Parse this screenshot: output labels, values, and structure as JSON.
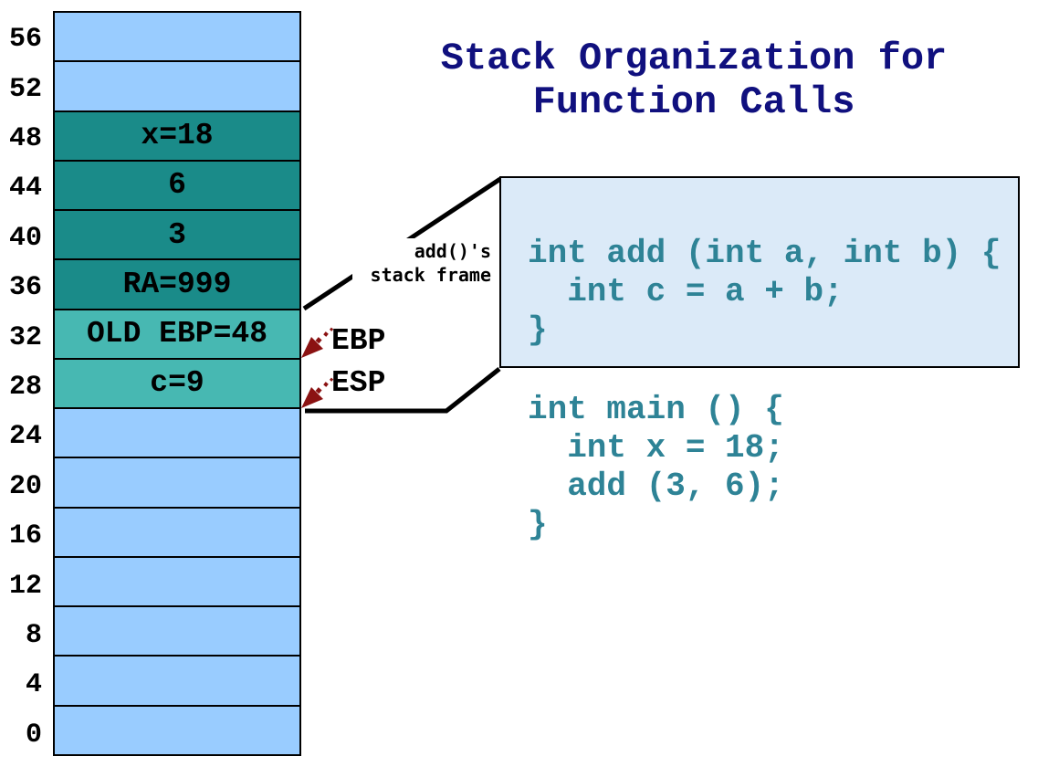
{
  "title": {
    "text": "Stack Organization for\nFunction Calls"
  },
  "stack": {
    "rows": [
      {
        "address": "56",
        "value": "",
        "type": "free"
      },
      {
        "address": "52",
        "value": "",
        "type": "free"
      },
      {
        "address": "48",
        "value": "x=18",
        "type": "caller"
      },
      {
        "address": "44",
        "value": "6",
        "type": "caller"
      },
      {
        "address": "40",
        "value": "3",
        "type": "caller"
      },
      {
        "address": "36",
        "value": "RA=999",
        "type": "caller"
      },
      {
        "address": "32",
        "value": "OLD EBP=48",
        "type": "frame"
      },
      {
        "address": "28",
        "value": "c=9",
        "type": "frame"
      },
      {
        "address": "24",
        "value": "",
        "type": "free"
      },
      {
        "address": "20",
        "value": "",
        "type": "free"
      },
      {
        "address": "16",
        "value": "",
        "type": "free"
      },
      {
        "address": "12",
        "value": "",
        "type": "free"
      },
      {
        "address": "8",
        "value": "",
        "type": "free"
      },
      {
        "address": "4",
        "value": "",
        "type": "free"
      },
      {
        "address": "0",
        "value": "",
        "type": "free"
      }
    ]
  },
  "pointers": {
    "ebp_label": "EBP",
    "esp_label": "ESP"
  },
  "frame_label": {
    "text": "add()'s\nstack frame"
  },
  "code": {
    "add_function": "int add (int a, int b) {\n  int c = a + b;\n}",
    "main_function": "int main () {\n  int x = 18;\n  add (3, 6);\n}"
  },
  "colors": {
    "light-blue": "#99ccff",
    "dark-teal": "#1a8b89",
    "light-teal": "#47b8b2",
    "codebox-bg": "#dbeaf8",
    "code-teal": "#2e8396",
    "navy": "#10107e",
    "arrow-red": "#8b1212"
  }
}
